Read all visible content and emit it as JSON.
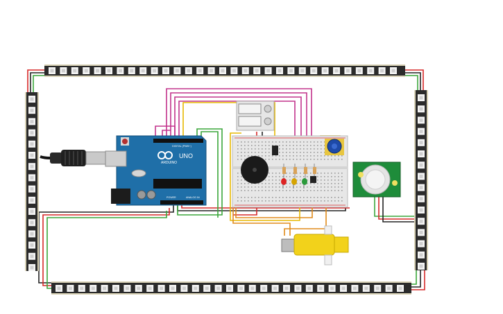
{
  "arduino": {
    "brand_text": "ARDUINO",
    "model_text": "UNO",
    "digital_header_text": "DIGITAL (PWM~)",
    "power_header_text": "POWER",
    "analog_header_text": "ANALOG IN"
  },
  "components": {
    "led_strip_top": "neopixel-strip",
    "led_strip_bottom": "neopixel-strip",
    "led_strip_left": "neopixel-strip",
    "led_strip_right": "neopixel-strip",
    "relay_module": "relay",
    "buzzer": "piezo",
    "potentiometer": "pot",
    "leds": [
      "red",
      "yellow",
      "green"
    ],
    "pir_sensor": "pir",
    "dc_motor": "gear-motor",
    "usb_cable": "usb-b"
  },
  "colors": {
    "arduino_board": "#1f6fa8",
    "pcb_strip": "#2b2b2b",
    "wire_red": "#d62828",
    "wire_black": "#222222",
    "wire_green": "#3aa63a",
    "wire_magenta": "#c2338c",
    "wire_yellow": "#e6b800",
    "wire_orange": "#e08a1a",
    "motor_yellow": "#f2d21b",
    "pir_board": "#1e8c3a"
  }
}
